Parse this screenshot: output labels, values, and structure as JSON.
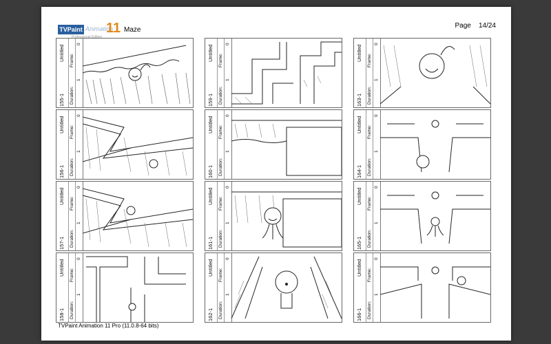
{
  "header": {
    "logo_brand": "TVPaint",
    "logo_product": "Animation",
    "logo_version": "11",
    "logo_edition": "Professional Edition",
    "project_title": "Maze",
    "page_label": "Page",
    "page_value": "14/24"
  },
  "footer": {
    "text": "TVPaint Animation 11 Pro (11.0.8-64 bits)"
  },
  "labels": {
    "frame": "Frame:",
    "duration": "Duration:",
    "name": "Untitled"
  },
  "columns": [
    {
      "panels": [
        {
          "id": "155-1",
          "frame": "0",
          "duration": "1"
        },
        {
          "id": "156-1",
          "frame": "0",
          "duration": "1"
        },
        {
          "id": "157-1",
          "frame": "0",
          "duration": "1"
        },
        {
          "id": "158-1",
          "frame": "0",
          "duration": "1"
        }
      ]
    },
    {
      "panels": [
        {
          "id": "159-1",
          "frame": "0",
          "duration": "1"
        },
        {
          "id": "160-1",
          "frame": "0",
          "duration": "1"
        },
        {
          "id": "161-1",
          "frame": "0",
          "duration": "1"
        },
        {
          "id": "162-1",
          "frame": "0",
          "duration": "1"
        }
      ]
    },
    {
      "panels": [
        {
          "id": "163-1",
          "frame": "0",
          "duration": "1"
        },
        {
          "id": "164-1",
          "frame": "0",
          "duration": "1"
        },
        {
          "id": "165-1",
          "frame": "0",
          "duration": "1"
        },
        {
          "id": "166-1",
          "frame": "0",
          "duration": "1"
        }
      ]
    }
  ]
}
